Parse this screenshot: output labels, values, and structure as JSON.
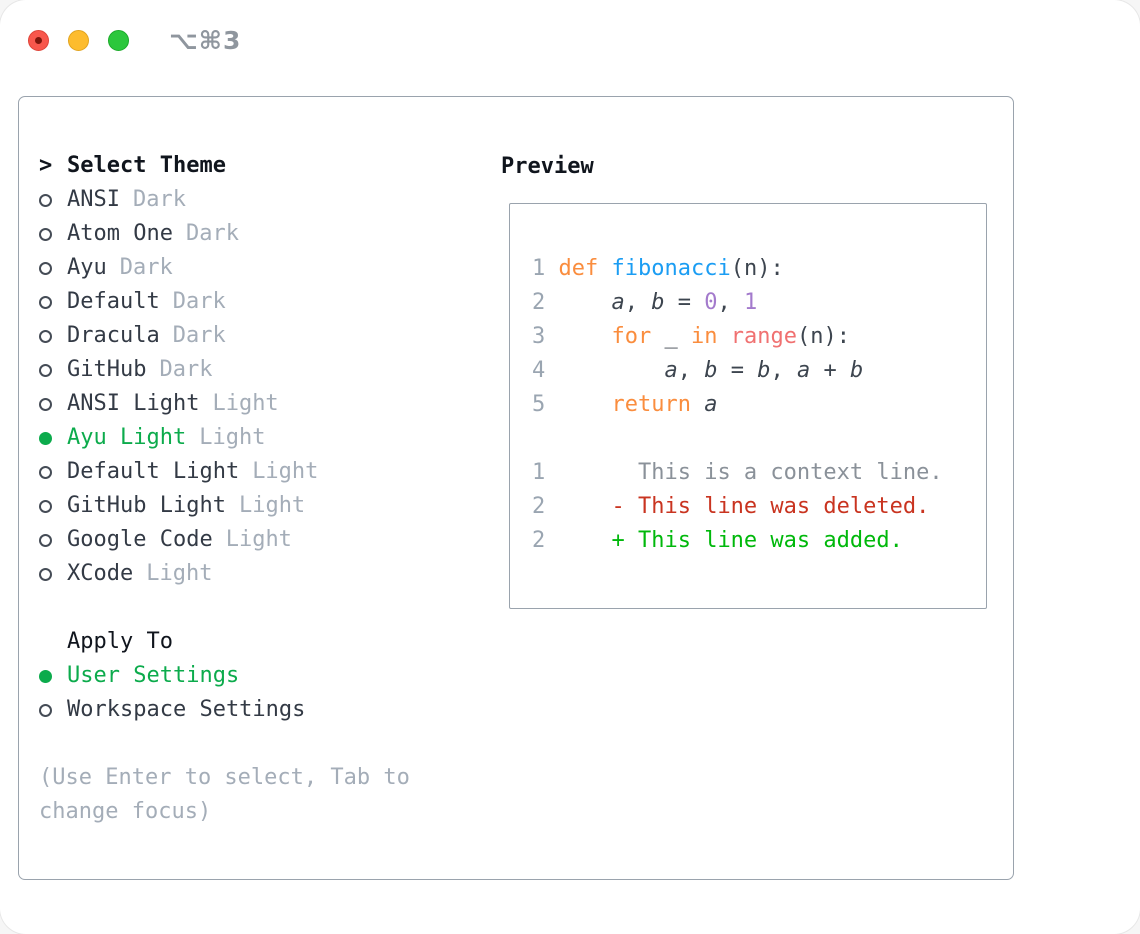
{
  "titlebar": {
    "shortcut": "⌥⌘3",
    "buttons": [
      {
        "name": "close"
      },
      {
        "name": "minimize"
      },
      {
        "name": "zoom"
      }
    ]
  },
  "theme_picker": {
    "prompt": ">",
    "title": "Select Theme",
    "items": [
      {
        "name": "ANSI",
        "variant": "Dark",
        "selected": false
      },
      {
        "name": "Atom One",
        "variant": "Dark",
        "selected": false
      },
      {
        "name": "Ayu",
        "variant": "Dark",
        "selected": false
      },
      {
        "name": "Default",
        "variant": "Dark",
        "selected": false
      },
      {
        "name": "Dracula",
        "variant": "Dark",
        "selected": false
      },
      {
        "name": "GitHub",
        "variant": "Dark",
        "selected": false
      },
      {
        "name": "ANSI Light",
        "variant": "Light",
        "selected": false
      },
      {
        "name": "Ayu Light",
        "variant": "Light",
        "selected": true
      },
      {
        "name": "Default Light",
        "variant": "Light",
        "selected": false
      },
      {
        "name": "GitHub Light",
        "variant": "Light",
        "selected": false
      },
      {
        "name": "Google Code",
        "variant": "Light",
        "selected": false
      },
      {
        "name": "XCode",
        "variant": "Light",
        "selected": false
      }
    ],
    "apply_to": {
      "label": "Apply To",
      "options": [
        {
          "label": "User Settings",
          "selected": true
        },
        {
          "label": "Workspace Settings",
          "selected": false
        }
      ]
    },
    "hint": "(Use Enter to select, Tab to change focus)"
  },
  "preview": {
    "label": "Preview",
    "lines": [
      {
        "tokens": [
          {
            "c": "ln",
            "t": "1 "
          },
          {
            "c": "kw",
            "t": "def "
          },
          {
            "c": "fn",
            "t": "fibonacci"
          },
          {
            "c": "pl",
            "t": "(n):"
          }
        ]
      },
      {
        "tokens": [
          {
            "c": "ln",
            "t": "2 "
          },
          {
            "c": "pl",
            "t": "    "
          },
          {
            "c": "var",
            "t": "a"
          },
          {
            "c": "pl",
            "t": ", "
          },
          {
            "c": "var",
            "t": "b"
          },
          {
            "c": "pl",
            "t": " = "
          },
          {
            "c": "num",
            "t": "0"
          },
          {
            "c": "pl",
            "t": ", "
          },
          {
            "c": "num",
            "t": "1"
          }
        ]
      },
      {
        "tokens": [
          {
            "c": "ln",
            "t": "3 "
          },
          {
            "c": "pl",
            "t": "    "
          },
          {
            "c": "kw",
            "t": "for"
          },
          {
            "c": "pl",
            "t": " _ "
          },
          {
            "c": "kw",
            "t": "in"
          },
          {
            "c": "pl",
            "t": " "
          },
          {
            "c": "call",
            "t": "range"
          },
          {
            "c": "pl",
            "t": "(n):"
          }
        ]
      },
      {
        "tokens": [
          {
            "c": "ln",
            "t": "4 "
          },
          {
            "c": "pl",
            "t": "        "
          },
          {
            "c": "var",
            "t": "a"
          },
          {
            "c": "pl",
            "t": ", "
          },
          {
            "c": "var",
            "t": "b"
          },
          {
            "c": "pl",
            "t": " = "
          },
          {
            "c": "var",
            "t": "b"
          },
          {
            "c": "pl",
            "t": ", "
          },
          {
            "c": "var",
            "t": "a"
          },
          {
            "c": "pl",
            "t": " + "
          },
          {
            "c": "var",
            "t": "b"
          }
        ]
      },
      {
        "tokens": [
          {
            "c": "ln",
            "t": "5 "
          },
          {
            "c": "pl",
            "t": "    "
          },
          {
            "c": "kw",
            "t": "return "
          },
          {
            "c": "var",
            "t": "a"
          }
        ]
      },
      {
        "tokens": []
      },
      {
        "tokens": [
          {
            "c": "ln",
            "t": "1 "
          },
          {
            "c": "ctx",
            "t": "      This is a context line."
          }
        ]
      },
      {
        "tokens": [
          {
            "c": "ln",
            "t": "2 "
          },
          {
            "c": "del",
            "t": "    - This line was deleted."
          }
        ]
      },
      {
        "tokens": [
          {
            "c": "ln",
            "t": "2 "
          },
          {
            "c": "add",
            "t": "    + This line was added."
          }
        ]
      }
    ]
  },
  "colors": {
    "selection_green": "#0cab4c",
    "added_green": "#00b80b",
    "deleted_red": "#c93420",
    "keyword_orange": "#fa8d3e",
    "function_blue": "#1b9df3",
    "builtin_coral": "#f07171",
    "number_purple": "#a37acc",
    "text_dark": "#333a45",
    "muted_gray": "#a4adb8",
    "line_number_gray": "#9aa5b1",
    "context_gray": "#8a9199",
    "panel_border_gray": "#9aa3ad",
    "traffic_red": "#f8574c",
    "traffic_yellow": "#fdbc2e",
    "traffic_green": "#2bc73c"
  }
}
